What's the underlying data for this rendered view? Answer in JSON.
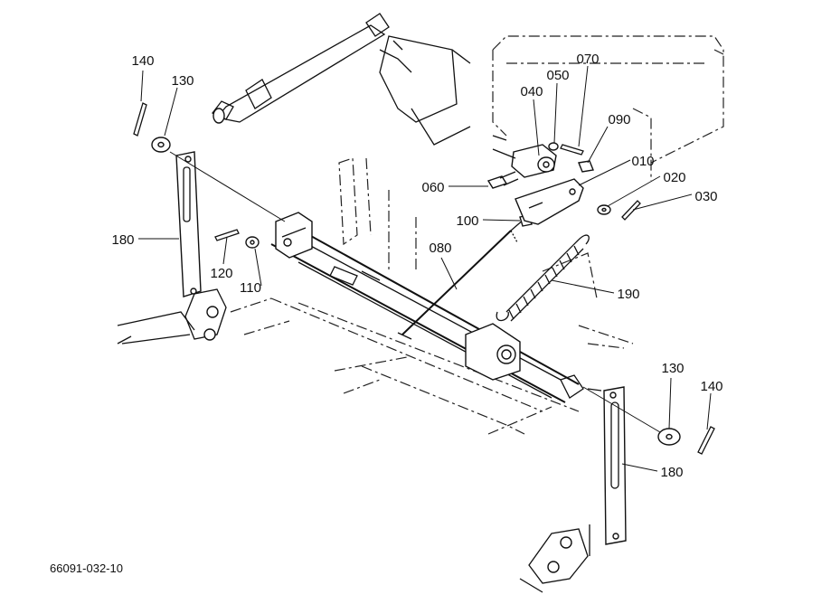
{
  "callouts": [
    {
      "id": "140a",
      "text": "140"
    },
    {
      "id": "130a",
      "text": "130"
    },
    {
      "id": "180a",
      "text": "180"
    },
    {
      "id": "120",
      "text": "120"
    },
    {
      "id": "110",
      "text": "110"
    },
    {
      "id": "080",
      "text": "080"
    },
    {
      "id": "060",
      "text": "060"
    },
    {
      "id": "100",
      "text": "100"
    },
    {
      "id": "040",
      "text": "040"
    },
    {
      "id": "050",
      "text": "050"
    },
    {
      "id": "070",
      "text": "070"
    },
    {
      "id": "090",
      "text": "090"
    },
    {
      "id": "010",
      "text": "010"
    },
    {
      "id": "020",
      "text": "020"
    },
    {
      "id": "030",
      "text": "030"
    },
    {
      "id": "190",
      "text": "190"
    },
    {
      "id": "130b",
      "text": "130"
    },
    {
      "id": "140b",
      "text": "140"
    },
    {
      "id": "180b",
      "text": "180"
    }
  ],
  "reference_number": "66091-032-10"
}
